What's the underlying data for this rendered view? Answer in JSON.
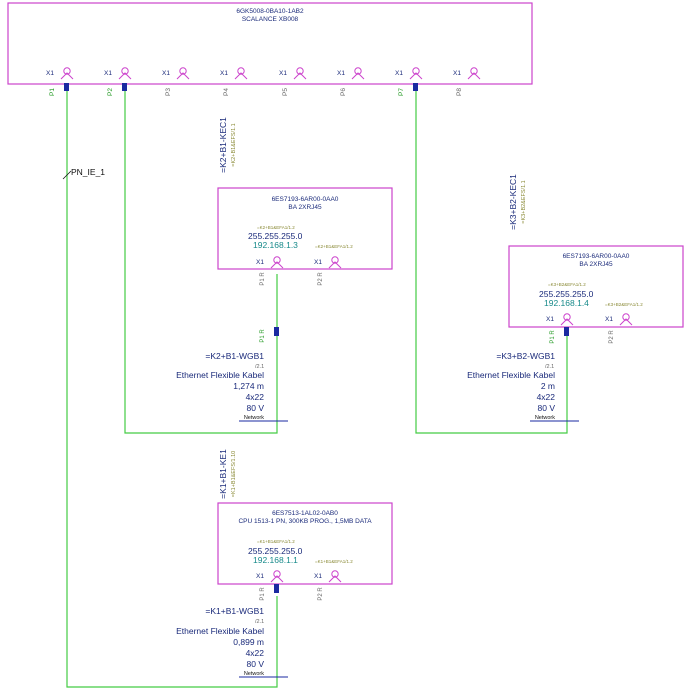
{
  "switch": {
    "order_no": "6GK5008-0BA10-1AB2",
    "name": "SCALANCE XB008",
    "ports": [
      {
        "x1": "X1",
        "label": "P1"
      },
      {
        "x1": "X1",
        "label": "P2"
      },
      {
        "x1": "X1",
        "label": "P3"
      },
      {
        "x1": "X1",
        "label": "P4"
      },
      {
        "x1": "X1",
        "label": "P5"
      },
      {
        "x1": "X1",
        "label": "P6"
      },
      {
        "x1": "X1",
        "label": "P7"
      },
      {
        "x1": "X1",
        "label": "P8"
      }
    ]
  },
  "network_label": "PN_IE_1",
  "devices": [
    {
      "tag": "=K2+B1-KEC1",
      "ref": "=K2+B1&EFS/1.1",
      "order_no": "6ES7193-6AR00-0AA0",
      "name": "BA 2XRJ45",
      "ref_small": "=K2+B1&EFA1/1.2",
      "mask": "255.255.255.0",
      "ip": "192.168.1.3",
      "ref_p2": "=K2+B1&EFA1/1.2",
      "x1_a": "X1",
      "x1_b": "X1",
      "p1": "P1 R",
      "p2": "P2 R",
      "p1_green": "P1 R"
    },
    {
      "tag": "=K3+B2-KEC1",
      "ref": "=K3+B2&EFS/1.1",
      "order_no": "6ES7193-6AR00-0AA0",
      "name": "BA 2XRJ45",
      "ref_small": "=K3+B2&EFA1/1.2",
      "mask": "255.255.255.0",
      "ip": "192.168.1.4",
      "ref_p2": "=K3+B2&EFA1/1.2",
      "x1_a": "X1",
      "x1_b": "X1",
      "p1": "P1 R",
      "p2": "P2 R"
    },
    {
      "tag": "=K1+B1-KE1",
      "ref": "=K1+B1&EFS/1.10",
      "order_no": "6ES7513-1AL02-0AB0",
      "name": "CPU 1513-1 PN, 300KB PROG., 1,5MB DATA",
      "ref_small": "=K1+B1&EFA1/1.2",
      "mask": "255.255.255.0",
      "ip": "192.168.1.1",
      "ref_p2": "=K1+B1&EFA1/1.2",
      "x1_a": "X1",
      "x1_b": "X1",
      "p1": "P1 R",
      "p2": "P2 R"
    }
  ],
  "cables": [
    {
      "tag": "=K2+B1-WGB1",
      "ref": "/2.1",
      "type": "Ethernet Flexible Kabel",
      "length": "1,274 m",
      "cores": "4x22",
      "voltage": "80 V",
      "network": "Network"
    },
    {
      "tag": "=K3+B2-WGB1",
      "ref": "/2.1",
      "type": "Ethernet Flexible Kabel",
      "length": "2 m",
      "cores": "4x22",
      "voltage": "80 V",
      "network": "Network"
    },
    {
      "tag": "=K1+B1-WGB1",
      "ref": "/2.1",
      "type": "Ethernet Flexible Kabel",
      "length": "0,899 m",
      "cores": "4x22",
      "voltage": "80 V",
      "network": "Network"
    }
  ],
  "colors": {
    "box": "#cc44cc",
    "wire": "#44cc44",
    "text": "#1a2a7a",
    "ip": "#178a8a"
  }
}
